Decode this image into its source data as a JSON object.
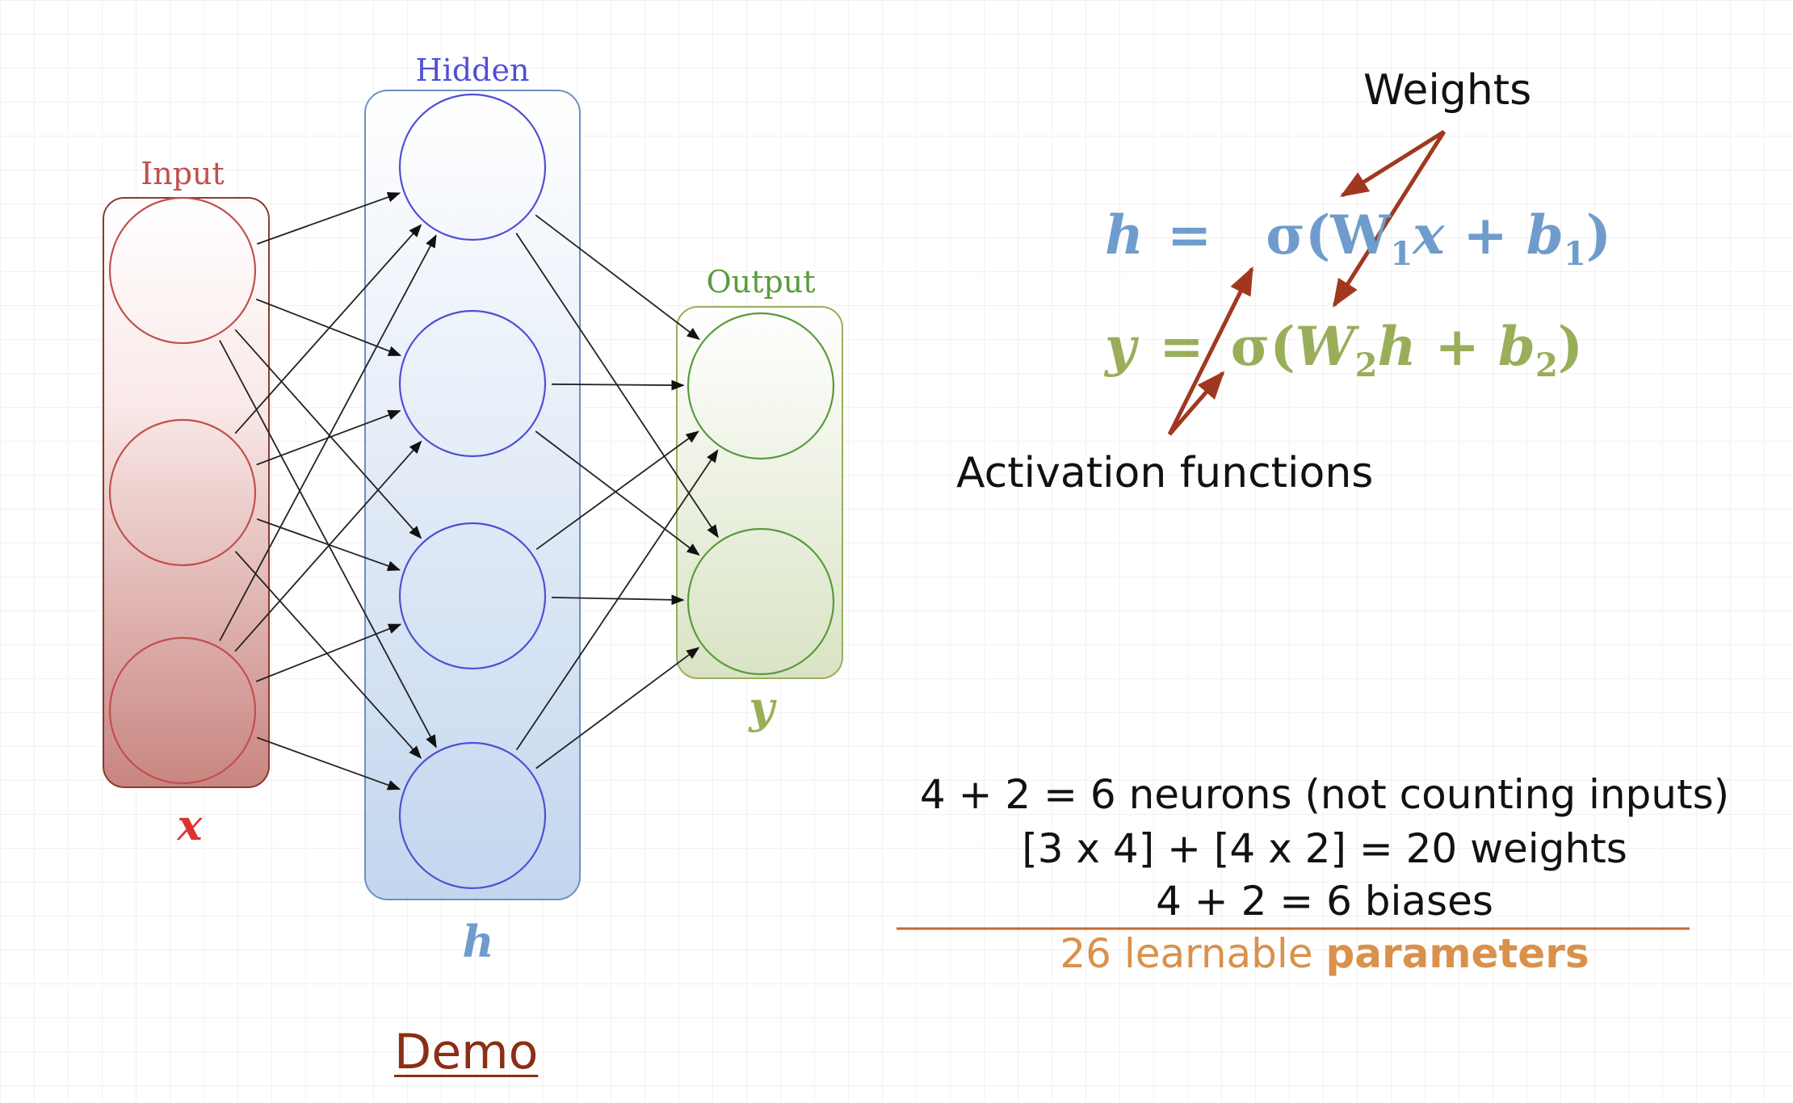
{
  "network": {
    "input": {
      "label": "Input",
      "symbol": "x",
      "neurons": 3
    },
    "hidden": {
      "label": "Hidden",
      "symbol": "h",
      "neurons": 4
    },
    "output": {
      "label": "Output",
      "symbol": "y",
      "neurons": 2
    }
  },
  "equations": {
    "hidden": {
      "lhs": "h",
      "eq": "=",
      "sigma": "σ",
      "W": "W",
      "sub1": "1",
      "x": "x",
      "plus": "+",
      "b": "b",
      "sub_b": "1",
      "open": "(",
      "close": ")"
    },
    "output": {
      "lhs": "y",
      "eq": "=",
      "sigma": "σ",
      "W": "W",
      "sub1": "2",
      "x": "h",
      "plus": "+",
      "b": "b",
      "sub_b": "2",
      "open": "(",
      "close": ")"
    }
  },
  "annotations": {
    "weights": "Weights",
    "activation": "Activation functions"
  },
  "summary": {
    "neurons": "4 + 2 = 6 neurons (not counting inputs)",
    "weights": "[3 x 4] + [4 x 2] = 20 weights",
    "biases": "4 + 2 = 6 biases",
    "total_prefix": "26 learnable ",
    "total_bold": "parameters"
  },
  "demo": {
    "label": "Demo"
  },
  "colors": {
    "input": "#c0504d",
    "hidden": "#4f4fd6",
    "output": "#5a9a3c",
    "eq_hidden": "#6f9ccc",
    "eq_output": "#9aae5a",
    "arrow_annot": "#a0381f",
    "params": "#d9914b",
    "demo": "#8b2e14"
  }
}
